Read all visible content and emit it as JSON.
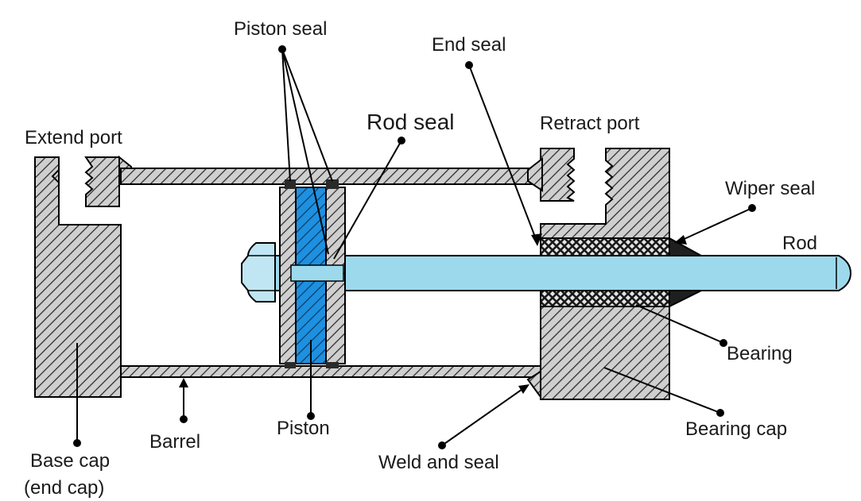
{
  "labels": {
    "piston_seal": "Piston seal",
    "end_seal": "End seal",
    "rod_seal": "Rod seal",
    "extend_port": "Extend port",
    "retract_port": "Retract port",
    "wiper_seal": "Wiper seal",
    "rod": "Rod",
    "bearing": "Bearing",
    "bearing_cap": "Bearing cap",
    "piston": "Piston",
    "barrel": "Barrel",
    "weld_and_seal": "Weld and seal",
    "base_cap_line1": "Base cap",
    "base_cap_line2": "(end cap)"
  },
  "colors": {
    "metal": "#c8c8c8",
    "hatch": "#3a3a3a",
    "rod": "#9dd9ec",
    "piston_core": "#1e90e0",
    "seal_dark": "#6e6e6e",
    "bearing_dark": "#2a2a2a"
  }
}
